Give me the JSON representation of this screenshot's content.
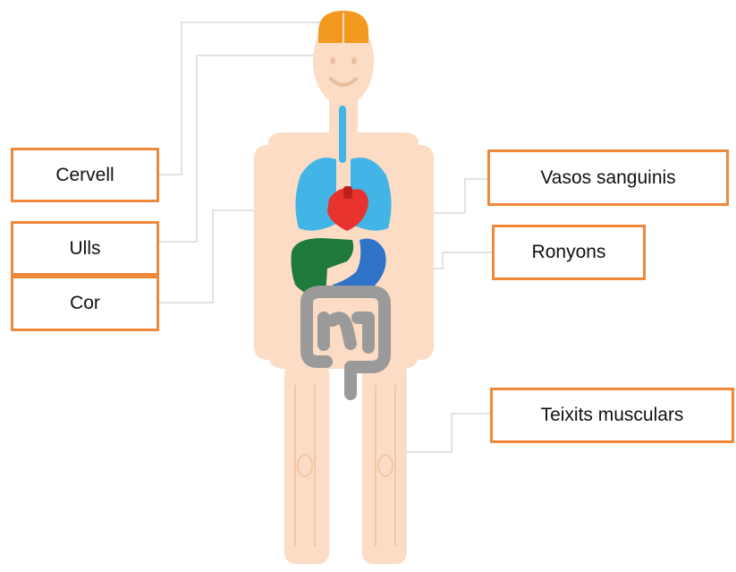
{
  "labels": {
    "cervell": "Cervell",
    "ulls": "Ulls",
    "cor": "Cor",
    "vasos_sanguinis": "Vasos sanguinis",
    "ronyons": "Ronyons",
    "teixits_musculars": "Teixits musculars"
  },
  "colors": {
    "box_border": "#F0883A",
    "body_skin": "#FCDCC4",
    "brain": "#F39A1E",
    "lungs": "#42B4E6",
    "heart": "#E8322E",
    "liver": "#1E7A3C",
    "stomach": "#2F73C9",
    "intestines": "#9A9A9A",
    "connector_lines": "#E2E2E2"
  }
}
